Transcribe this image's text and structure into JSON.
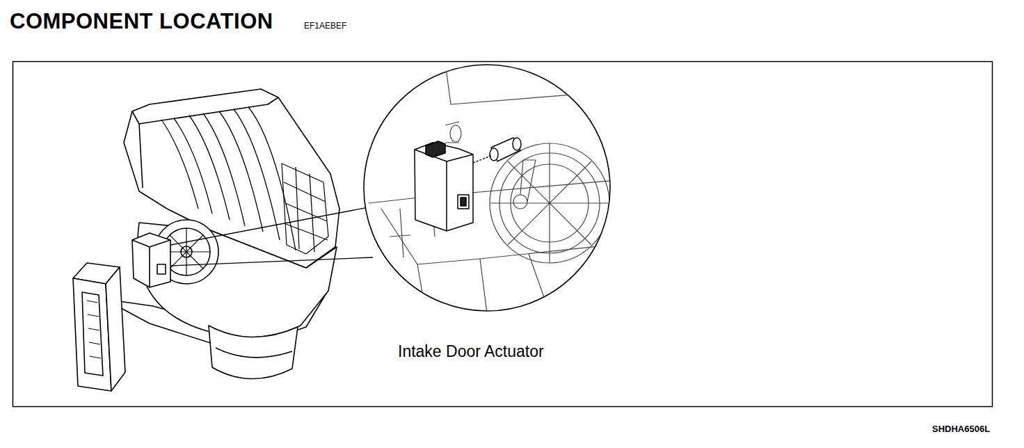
{
  "diagram": {
    "title": "COMPONENT LOCATION",
    "labels": [
      "EF1AEBEF",
      "Intake Door Actuator",
      "SHDHA6506L"
    ]
  }
}
